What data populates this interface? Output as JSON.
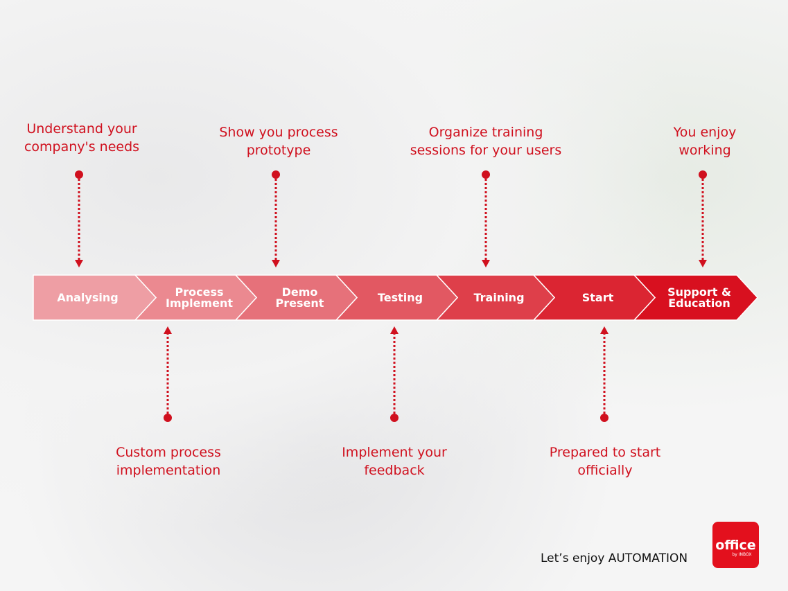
{
  "steps": [
    {
      "label": "Analysing",
      "color": "#ee9ea4"
    },
    {
      "label": "Process Implement",
      "color": "#eb8990"
    },
    {
      "label": "Demo Present",
      "color": "#e6717a"
    },
    {
      "label": "Testing",
      "color": "#e25862"
    },
    {
      "label": "Training",
      "color": "#de3f4a"
    },
    {
      "label": "Start",
      "color": "#db2532"
    },
    {
      "label": "Support & Education",
      "color": "#d8101f"
    }
  ],
  "top_notes": [
    "Understand your company's needs",
    "Show you process prototype",
    "Organize training sessions for your users",
    "You enjoy working"
  ],
  "bottom_notes": [
    "Custom process implementation",
    "Implement your feedback",
    "Prepared to start officially"
  ],
  "footer": {
    "tagline": "Let’s enjoy AUTOMATION",
    "logo_word": "office",
    "logo_sub": "by INBOX"
  }
}
